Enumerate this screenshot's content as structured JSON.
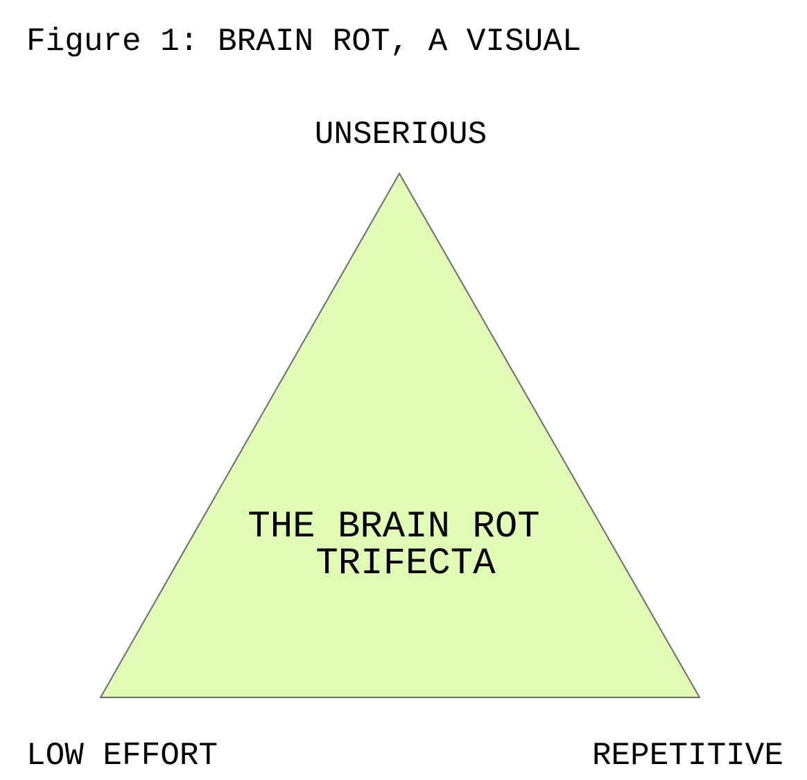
{
  "title": "Figure 1: BRAIN ROT, A VISUAL",
  "vertices": {
    "top": "UNSERIOUS",
    "bottom_left": "LOW EFFORT",
    "bottom_right": "REPETITIVE"
  },
  "center": {
    "line1": "THE BRAIN ROT",
    "line2": "TRIFECTA"
  },
  "colors": {
    "triangle_fill": "#e0fcb4",
    "triangle_stroke": "#6b6b6b"
  }
}
